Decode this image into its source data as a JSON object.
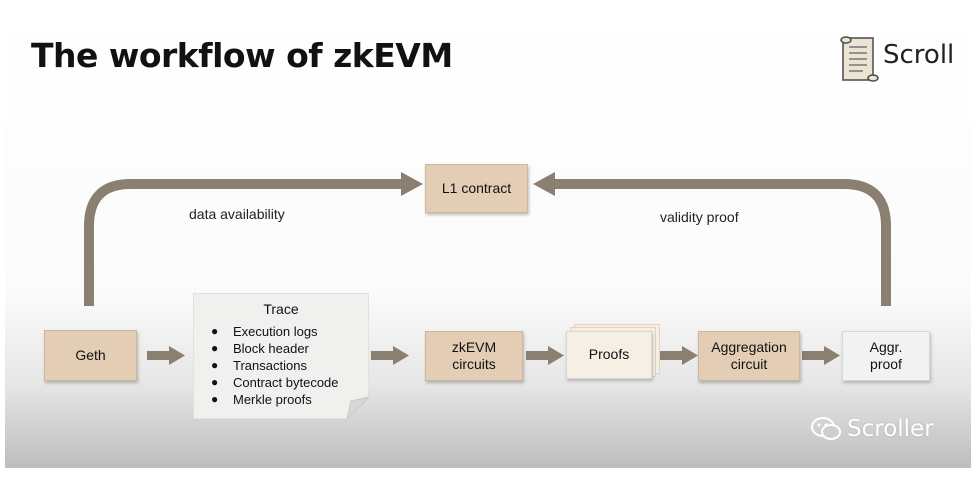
{
  "slide": {
    "title": "The workflow of zkEVM",
    "logo_text": "Scroll"
  },
  "diagram": {
    "nodes": {
      "geth": "Geth",
      "l1_contract": "L1 contract",
      "trace_title": "Trace",
      "trace_items": [
        "Execution logs",
        "Block header",
        "Transactions",
        "Contract bytecode",
        "Merkle proofs"
      ],
      "zkevm_line1": "zkEVM",
      "zkevm_line2": "circuits",
      "proofs": "Proofs",
      "aggregation_line1": "Aggregation",
      "aggregation_line2": "circuit",
      "aggr_line1": "Aggr.",
      "aggr_line2": "proof"
    },
    "edge_labels": {
      "data_availability": "data availability",
      "validity_proof": "validity proof"
    }
  },
  "watermark": {
    "text": "Scroller",
    "icon": "wechat-icon"
  },
  "colors": {
    "box_tan": "#e3cdb4",
    "box_light": "#f2f2f2",
    "arrow": "#8a7f70"
  }
}
